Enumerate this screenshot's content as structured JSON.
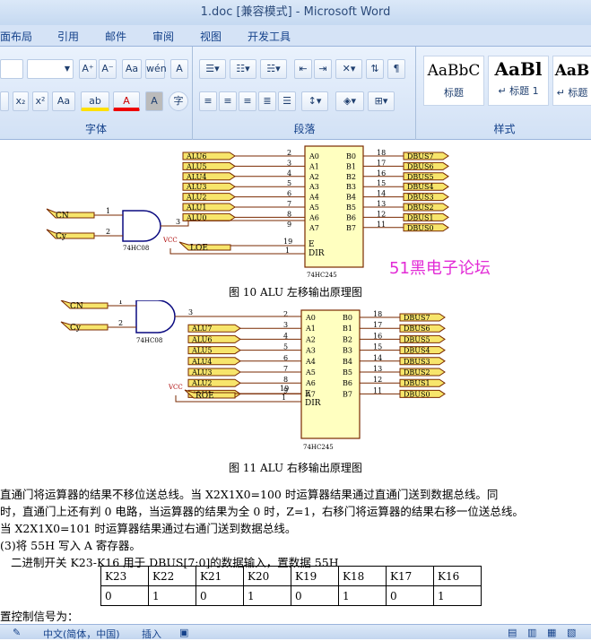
{
  "window": {
    "title": "1.doc [兼容模式] - Microsoft Word"
  },
  "tabs": [
    "面布局",
    "引用",
    "邮件",
    "审阅",
    "视图",
    "开发工具"
  ],
  "ribbon": {
    "font_group": "字体",
    "paragraph_group": "段落",
    "styles_group": "样式",
    "styles": [
      {
        "sample": "AaBbC",
        "name": "标题"
      },
      {
        "sample": "AaBl",
        "name": "↵ 标题 1"
      },
      {
        "sample": "AaB",
        "name": "↵ 标题"
      }
    ],
    "font_buttons": [
      "A⁺",
      "A⁻",
      "Aa",
      "A"
    ],
    "format_buttons": [
      "x₂",
      "x²",
      "Aa",
      "ab",
      "A",
      "A"
    ]
  },
  "figure10": {
    "caption": "图 10   ALU 左移输出原理图",
    "watermark": "51黑电子论坛",
    "chip": "74HC245",
    "gate": "74HC08",
    "inputs": [
      "ALU6",
      "ALU5",
      "ALU4",
      "ALU3",
      "ALU2",
      "ALU1",
      "ALU0"
    ],
    "outputs": [
      "DBUS7",
      "DBUS6",
      "DBUS5",
      "DBUS4",
      "DBUS3",
      "DBUS2",
      "DBUS1",
      "DBUS0"
    ],
    "gate_inputs": [
      "CN",
      "Cy"
    ],
    "vcc": "VCC",
    "loe": "LOE",
    "pins_a": [
      "A0",
      "A1",
      "A2",
      "A3",
      "A4",
      "A5",
      "A6",
      "A7"
    ],
    "pins_b": [
      "B0",
      "B1",
      "B2",
      "B3",
      "B4",
      "B5",
      "B6",
      "B7"
    ],
    "pin_num_a": [
      "2",
      "3",
      "4",
      "5",
      "6",
      "7",
      "8",
      "9"
    ],
    "pin_num_b": [
      "18",
      "17",
      "16",
      "15",
      "14",
      "13",
      "12",
      "11"
    ],
    "gate_pin_nums": [
      "1",
      "2",
      "3"
    ],
    "oe_pin": "19",
    "dir_pin": "1",
    "oe_label": "E",
    "dir_label": "DIR"
  },
  "figure11": {
    "caption": "图 11   ALU 右移输出原理图",
    "chip": "74HC245",
    "gate": "74HC08",
    "inputs": [
      "ALU7",
      "ALU6",
      "ALU5",
      "ALU4",
      "ALU3",
      "ALU2",
      "ALU1"
    ],
    "outputs": [
      "DBUS7",
      "DBUS6",
      "DBUS5",
      "DBUS4",
      "DBUS3",
      "DBUS2",
      "DBUS1",
      "DBUS0"
    ],
    "gate_inputs": [
      "CN",
      "Cy"
    ],
    "vcc": "VCC",
    "roe": "ROE",
    "pins_a": [
      "A0",
      "A1",
      "A2",
      "A3",
      "A4",
      "A5",
      "A6",
      "A7"
    ],
    "pins_b": [
      "B0",
      "B1",
      "B2",
      "B3",
      "B4",
      "B5",
      "B6",
      "B7"
    ],
    "pin_num_a": [
      "2",
      "3",
      "4",
      "5",
      "6",
      "7",
      "8",
      "9"
    ],
    "pin_num_b": [
      "18",
      "17",
      "16",
      "15",
      "14",
      "13",
      "12",
      "11"
    ],
    "gate_pin_nums": [
      "1",
      "2",
      "3"
    ],
    "oe_pin": "19",
    "dir_pin": "1",
    "oe_label": "E",
    "dir_label": "DIR"
  },
  "text": {
    "p1": "    直通门将运算器的结果不移位送总线。当 X2X1X0=100 时运算器结果通过直通门送到数据总线。同",
    "p2": "时，直通门上还有判 0 电路，当运算器的结果为全 0 时，Z=1，右移门将运算器的结果右移一位送总线。",
    "p3": "当 X2X1X0=101 时运算器结果通过右通门送到数据总线。",
    "p4": "    (3)将 55H 写入 A 寄存器。",
    "p5": "    二进制开关 K23-K16 用于 DBUS[7:0]的数据输入，置数据 55H",
    "p6": "    置控制信号为："
  },
  "table": {
    "headers": [
      "K23",
      "K22",
      "K21",
      "K20",
      "K19",
      "K18",
      "K17",
      "K16"
    ],
    "values": [
      "0",
      "1",
      "0",
      "1",
      "0",
      "1",
      "0",
      "1"
    ]
  },
  "status": {
    "lang": "中文(简体，中国)",
    "mode": "插入"
  }
}
